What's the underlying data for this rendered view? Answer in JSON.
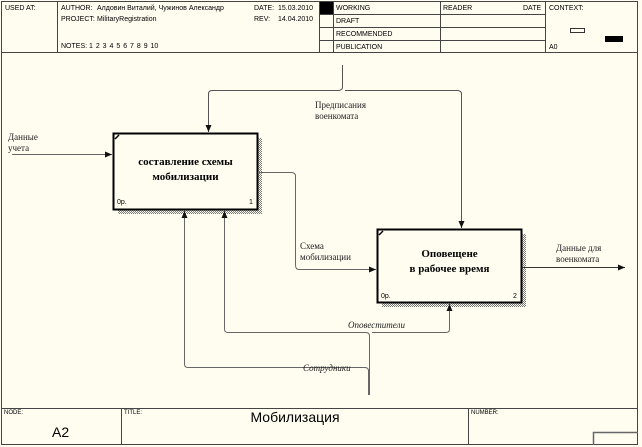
{
  "header": {
    "used_at_label": "USED AT:",
    "author_label": "AUTHOR:",
    "author_value": "Алдовин Виталий, Чужинов Александр",
    "project_label": "PROJECT:",
    "project_value": "MilitaryRegistration",
    "date_label": "DATE:",
    "date_value": "15.03.2010",
    "rev_label": "REV:",
    "rev_value": "14.04.2010",
    "notes_label": "NOTES:",
    "notes_numbers": "1  2  3  4  5  6  7  8  9  10",
    "status": [
      "WORKING",
      "DRAFT",
      "RECOMMENDED",
      "PUBLICATION"
    ],
    "status_selected": "WORKING",
    "reader_label": "READER",
    "reader_date_label": "DATE",
    "context_label": "CONTEXT:",
    "context_node": "A0"
  },
  "diagram": {
    "boxes": [
      {
        "title_line1": "составление схемы",
        "title_line2": "мобилизации",
        "cost": "0р.",
        "number": "1"
      },
      {
        "title_line1": "Оповещене",
        "title_line2": "в  рабочее время",
        "cost": "0р.",
        "number": "2"
      }
    ],
    "arrows": {
      "input_data": {
        "line1": "Данные",
        "line2": "учета"
      },
      "control": {
        "line1": "Предписания",
        "line2": "военкомата"
      },
      "schema": {
        "line1": "Схема",
        "line2": "мобилизации"
      },
      "output": {
        "line1": "Данные для",
        "line2": "военкомата"
      },
      "notifiers": "Оповестители",
      "employees": "Сотрудники"
    }
  },
  "footer": {
    "node_label": "NODE:",
    "node_value": "A2",
    "title_label": "TITLE:",
    "title_value": "Мобилизация",
    "number_label": "NUMBER:"
  },
  "colors": {
    "background": "#fffcf0",
    "line": "#333333",
    "arrow_gray": "#666666"
  }
}
